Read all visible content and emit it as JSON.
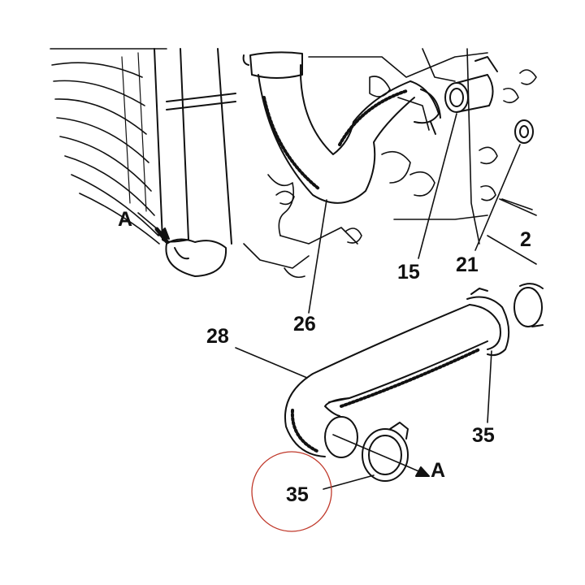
{
  "colors": {
    "ink": "#111111",
    "paper": "#ffffff",
    "highlight_circle": "#c0392b"
  },
  "labels": {
    "arrow_a_top": "A",
    "arrow_a_bottom": "A",
    "part_15": "15",
    "part_21": "21",
    "part_2x_cut": "2",
    "part_26": "26",
    "part_28": "28",
    "part_35_right": "35",
    "part_35_circled": "35"
  }
}
